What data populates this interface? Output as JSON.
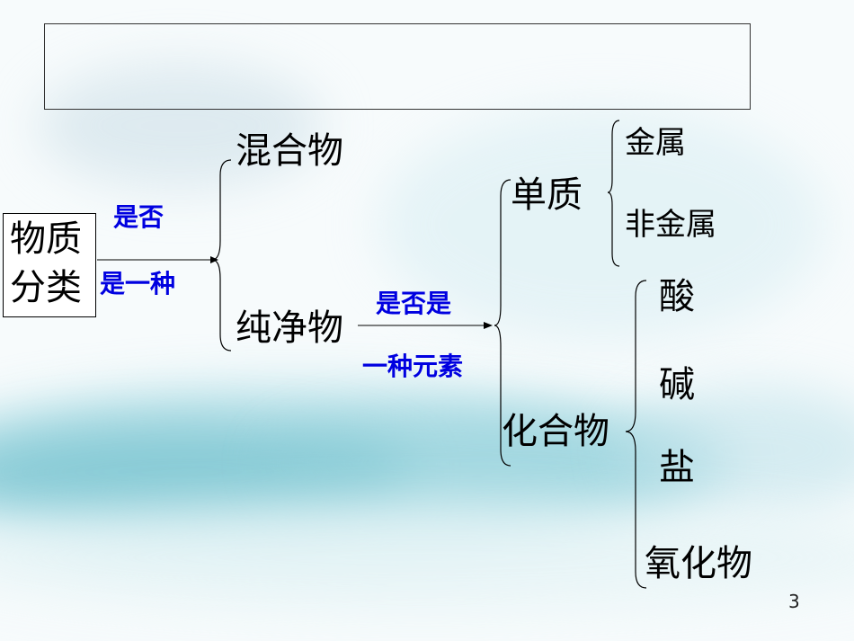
{
  "title": "",
  "root": {
    "line1": "物质",
    "line2": "分类"
  },
  "criteria": {
    "first": {
      "top": "是否",
      "bottom": "是一种"
    },
    "second": {
      "top": "是否是",
      "bottom": "一种元素"
    }
  },
  "level1": {
    "mixture": "混合物",
    "pure": "纯净物"
  },
  "level2": {
    "element": "单质",
    "compound": "化合物"
  },
  "element_types": [
    "金属",
    "非金属"
  ],
  "compound_types": [
    "酸",
    "碱",
    "盐",
    "氧化物"
  ],
  "page_number": "3"
}
